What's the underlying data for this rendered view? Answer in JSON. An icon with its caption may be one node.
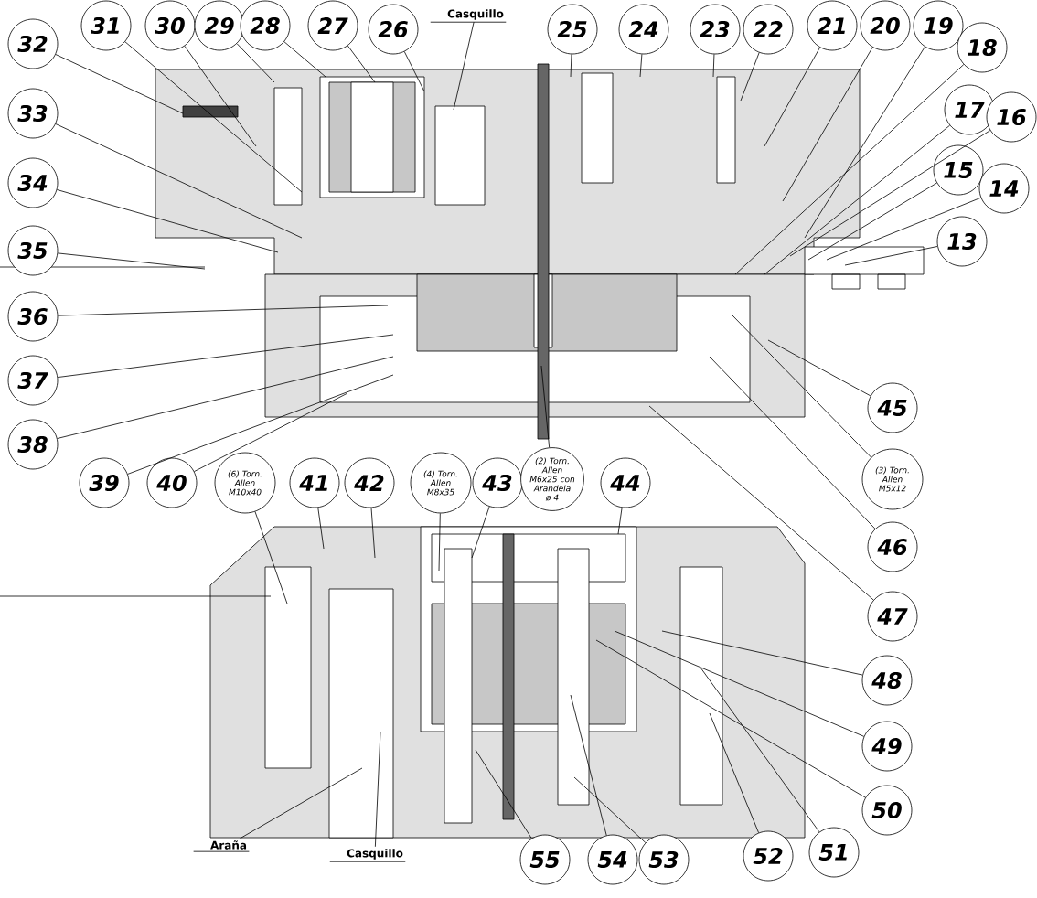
{
  "diagram": {
    "nodes": [
      {
        "text": [
          "31"
        ]
      },
      {
        "text": [
          "30"
        ]
      },
      {
        "text": [
          "29"
        ]
      },
      {
        "text": [
          "28"
        ]
      },
      {
        "text": [
          "27"
        ]
      },
      {
        "text": [
          "26"
        ]
      },
      {
        "text": [
          "Casquillo"
        ]
      },
      {
        "text": [
          "25"
        ]
      },
      {
        "text": [
          "24"
        ]
      },
      {
        "text": [
          "23"
        ]
      },
      {
        "text": [
          "22"
        ]
      },
      {
        "text": [
          "21"
        ]
      },
      {
        "text": [
          "20"
        ]
      },
      {
        "text": [
          "19"
        ]
      },
      {
        "text": [
          "32"
        ]
      },
      {
        "text": [
          "33"
        ]
      },
      {
        "text": [
          "34"
        ]
      },
      {
        "text": [
          "35"
        ]
      },
      {
        "text": [
          "36"
        ]
      },
      {
        "text": [
          "37"
        ]
      },
      {
        "text": [
          "38"
        ]
      },
      {
        "text": [
          "18"
        ]
      },
      {
        "text": [
          "17"
        ]
      },
      {
        "text": [
          "16"
        ]
      },
      {
        "text": [
          "15"
        ]
      },
      {
        "text": [
          "14"
        ]
      },
      {
        "text": [
          "13"
        ]
      },
      {
        "text": [
          "45"
        ]
      },
      {
        "text": [
          "39"
        ]
      },
      {
        "text": [
          "40"
        ]
      },
      {
        "text": [
          "(6) Torn. Allen M10x40"
        ]
      },
      {
        "text": [
          "41"
        ]
      },
      {
        "text": [
          "42"
        ]
      },
      {
        "text": [
          "(4) Torn. Allen M8x35"
        ]
      },
      {
        "text": [
          "43"
        ]
      },
      {
        "text": [
          "(2) Torn. Allen M6x25 con Arandela ø 4"
        ]
      },
      {
        "text": [
          "44"
        ]
      },
      {
        "text": [
          "(3) Torn. Allen M5x12"
        ]
      },
      {
        "text": [
          "46"
        ]
      },
      {
        "text": [
          "47"
        ]
      },
      {
        "text": [
          "48"
        ]
      },
      {
        "text": [
          "49"
        ]
      },
      {
        "text": [
          "50"
        ]
      },
      {
        "text": [
          "Araña"
        ]
      },
      {
        "text": [
          "Casquillo"
        ]
      },
      {
        "text": [
          "55"
        ]
      },
      {
        "text": [
          "54"
        ]
      },
      {
        "text": [
          "53"
        ]
      },
      {
        "text": [
          "52"
        ]
      },
      {
        "text": [
          "51"
        ]
      }
    ],
    "edges": [
      {
        "from": 0,
        "to": null,
        "arrow": "none"
      },
      {
        "from": 1,
        "to": null,
        "arrow": "none"
      },
      {
        "from": 2,
        "to": null,
        "arrow": "none"
      },
      {
        "from": 3,
        "to": null,
        "arrow": "none"
      },
      {
        "from": 4,
        "to": null,
        "arrow": "none"
      },
      {
        "from": 5,
        "to": null,
        "arrow": "none"
      },
      {
        "from": 6,
        "to": null,
        "arrow": "none"
      },
      {
        "from": 7,
        "to": null,
        "arrow": "none"
      },
      {
        "from": 8,
        "to": null,
        "arrow": "none"
      },
      {
        "from": 9,
        "to": null,
        "arrow": "none"
      },
      {
        "from": 10,
        "to": null,
        "arrow": "none"
      },
      {
        "from": 11,
        "to": null,
        "arrow": "none"
      },
      {
        "from": 12,
        "to": null,
        "arrow": "none"
      },
      {
        "from": 13,
        "to": null,
        "arrow": "none"
      },
      {
        "from": 14,
        "to": null,
        "arrow": "none"
      },
      {
        "from": 15,
        "to": null,
        "arrow": "none"
      },
      {
        "from": 16,
        "to": null,
        "arrow": "none"
      },
      {
        "from": 17,
        "to": null,
        "arrow": "none"
      },
      {
        "from": 18,
        "to": null,
        "arrow": "none"
      },
      {
        "from": 19,
        "to": null,
        "arrow": "none"
      },
      {
        "from": 20,
        "to": null,
        "arrow": "none"
      },
      {
        "from": 21,
        "to": null,
        "arrow": "none"
      },
      {
        "from": 22,
        "to": null,
        "arrow": "none"
      },
      {
        "from": 23,
        "to": null,
        "arrow": "none"
      },
      {
        "from": 24,
        "to": null,
        "arrow": "none"
      },
      {
        "from": 25,
        "to": null,
        "arrow": "none"
      },
      {
        "from": 26,
        "to": null,
        "arrow": "none"
      },
      {
        "from": 27,
        "to": null,
        "arrow": "none"
      },
      {
        "from": 28,
        "to": null,
        "arrow": "none"
      },
      {
        "from": 29,
        "to": null,
        "arrow": "none"
      },
      {
        "from": 30,
        "to": null,
        "arrow": "none"
      },
      {
        "from": 31,
        "to": null,
        "arrow": "none"
      },
      {
        "from": 32,
        "to": null,
        "arrow": "none"
      },
      {
        "from": 33,
        "to": null,
        "arrow": "none"
      },
      {
        "from": 34,
        "to": null,
        "arrow": "none"
      },
      {
        "from": 35,
        "to": null,
        "arrow": "none"
      },
      {
        "from": 36,
        "to": null,
        "arrow": "none"
      },
      {
        "from": 37,
        "to": null,
        "arrow": "none"
      },
      {
        "from": 38,
        "to": null,
        "arrow": "none"
      },
      {
        "from": 39,
        "to": null,
        "arrow": "none"
      },
      {
        "from": 40,
        "to": null,
        "arrow": "none"
      },
      {
        "from": 41,
        "to": null,
        "arrow": "none"
      },
      {
        "from": 42,
        "to": null,
        "arrow": "none"
      },
      {
        "from": 43,
        "to": null,
        "arrow": "none"
      },
      {
        "from": 44,
        "to": null,
        "arrow": "none"
      },
      {
        "from": 45,
        "to": null,
        "arrow": "none"
      },
      {
        "from": 46,
        "to": null,
        "arrow": "none"
      },
      {
        "from": 47,
        "to": null,
        "arrow": "none"
      },
      {
        "from": 48,
        "to": null,
        "arrow": "none"
      },
      {
        "from": 49,
        "to": null,
        "arrow": "none"
      }
    ]
  }
}
